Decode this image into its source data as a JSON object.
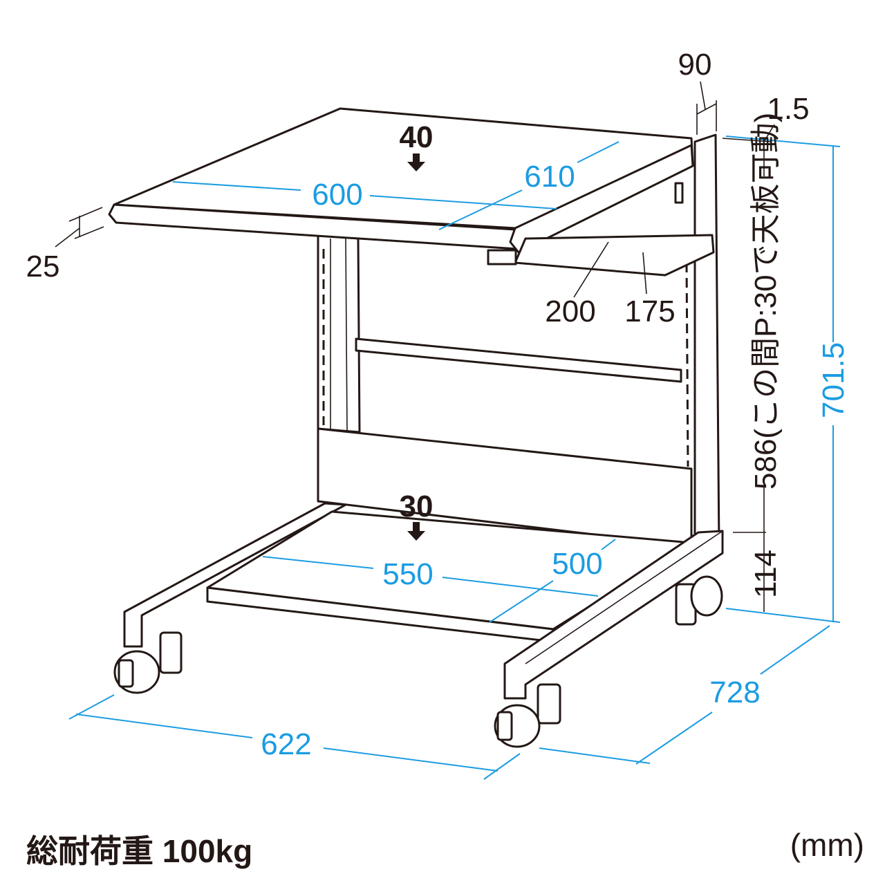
{
  "diagram": {
    "dims": {
      "top_depth_offset": "90",
      "edge_thickness": "1.5",
      "top_load": "40",
      "top_width": "600",
      "top_depth": "610",
      "top_thickness": "25",
      "shelf_width": "200",
      "shelf_depth": "175",
      "adjustable_range": "586(この間P:30で天板可動)",
      "total_height": "701.5",
      "base_height": "114",
      "bottom_load": "30",
      "bottom_width": "550",
      "bottom_depth": "500",
      "overall_depth": "728",
      "overall_width": "622"
    },
    "colors": {
      "dimension": "#1b9ce2",
      "line": "#231815"
    }
  },
  "footer": {
    "load_capacity": "総耐荷重 100kg",
    "unit": "(mm)"
  }
}
